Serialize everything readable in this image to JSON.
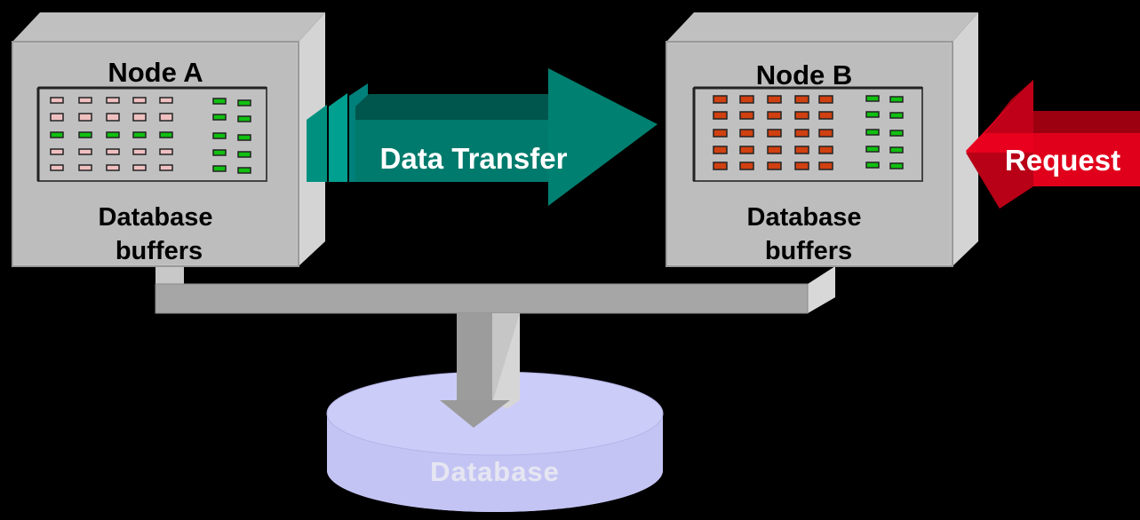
{
  "diagram": {
    "node_a": {
      "title": "Node A",
      "subtitle_line1": "Database",
      "subtitle_line2": "buffers"
    },
    "node_b": {
      "title": "Node B",
      "subtitle_line1": "Database",
      "subtitle_line2": "buffers"
    },
    "transfer_arrow": {
      "label": "Data Transfer",
      "color": "#007060"
    },
    "request_arrow": {
      "label": "Request",
      "color": "#d0001e"
    },
    "database": {
      "label": "Database",
      "color": "#c8c8f8"
    },
    "colors": {
      "panel_gray": "#bfbfbf",
      "buffer_pink": "#f0c0c0",
      "buffer_green": "#10c010",
      "buffer_red": "#d04010"
    }
  }
}
